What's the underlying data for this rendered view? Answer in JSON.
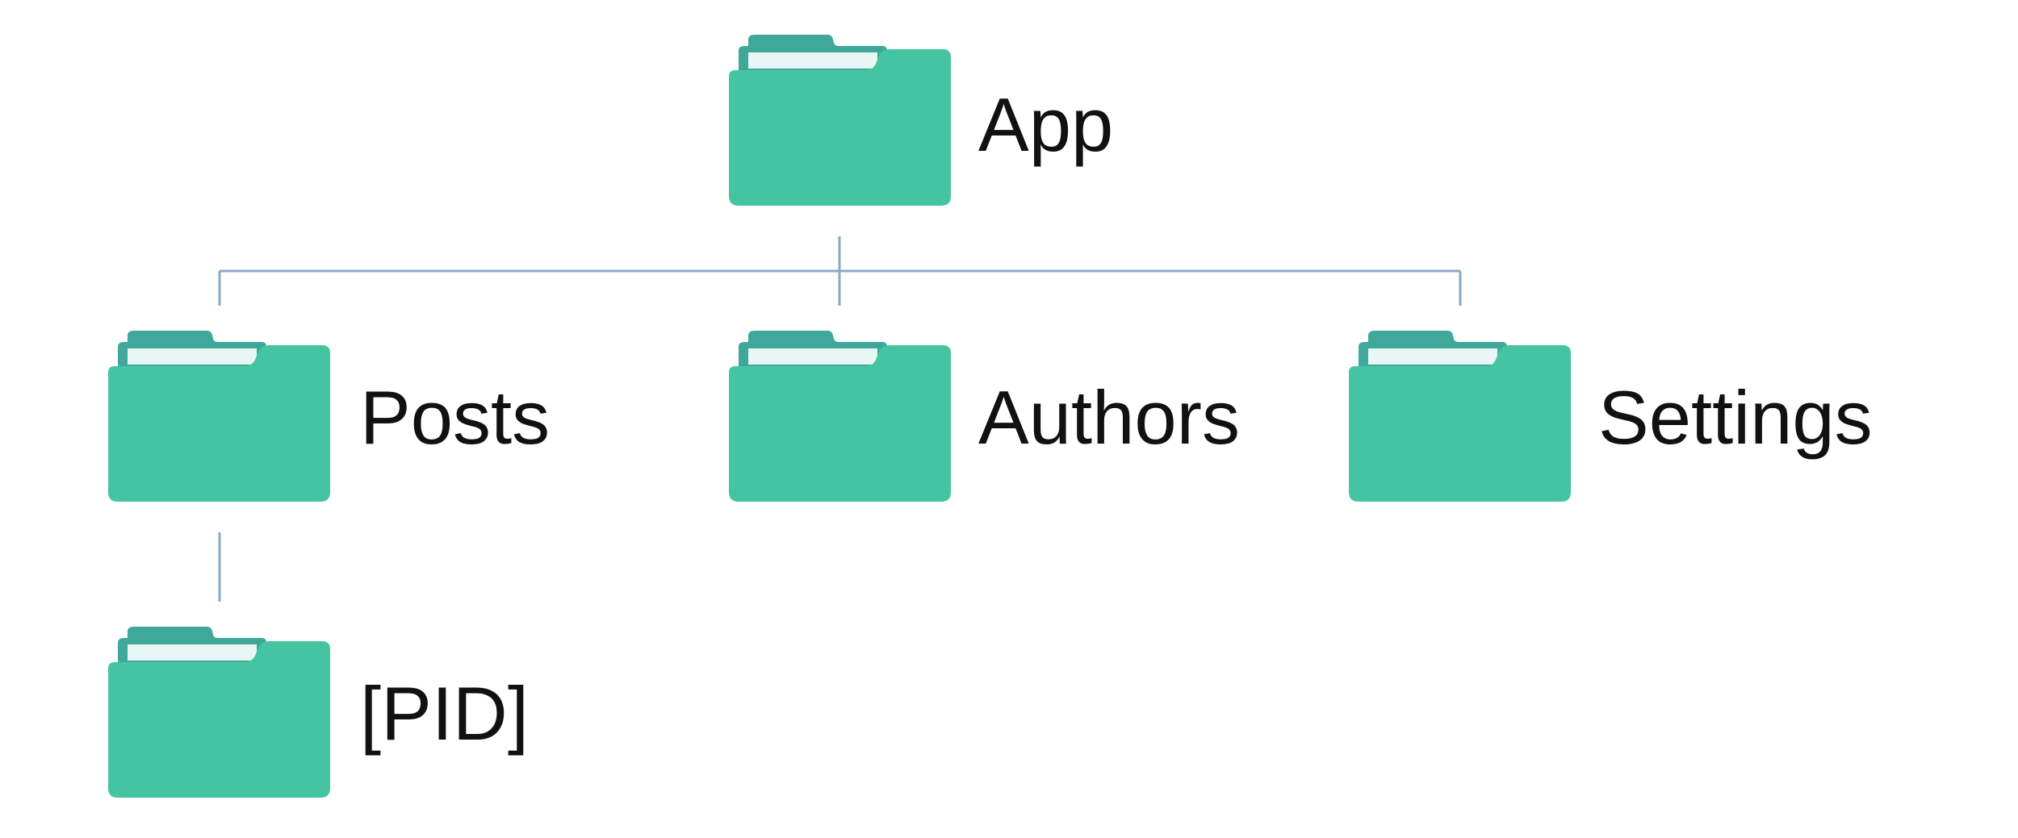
{
  "colors": {
    "folder_front": "#45c4a1",
    "folder_back": "#3fa89b",
    "folder_paper": "#e8f7f3",
    "connector": "#8aaac8",
    "text": "#111111"
  },
  "icon": "folder-icon",
  "nodes": [
    {
      "id": "app",
      "label": "App",
      "parent": null
    },
    {
      "id": "posts",
      "label": "Posts",
      "parent": "app"
    },
    {
      "id": "authors",
      "label": "Authors",
      "parent": "app"
    },
    {
      "id": "settings",
      "label": "Settings",
      "parent": "app"
    },
    {
      "id": "pid",
      "label": "[PID]",
      "parent": "posts"
    }
  ]
}
